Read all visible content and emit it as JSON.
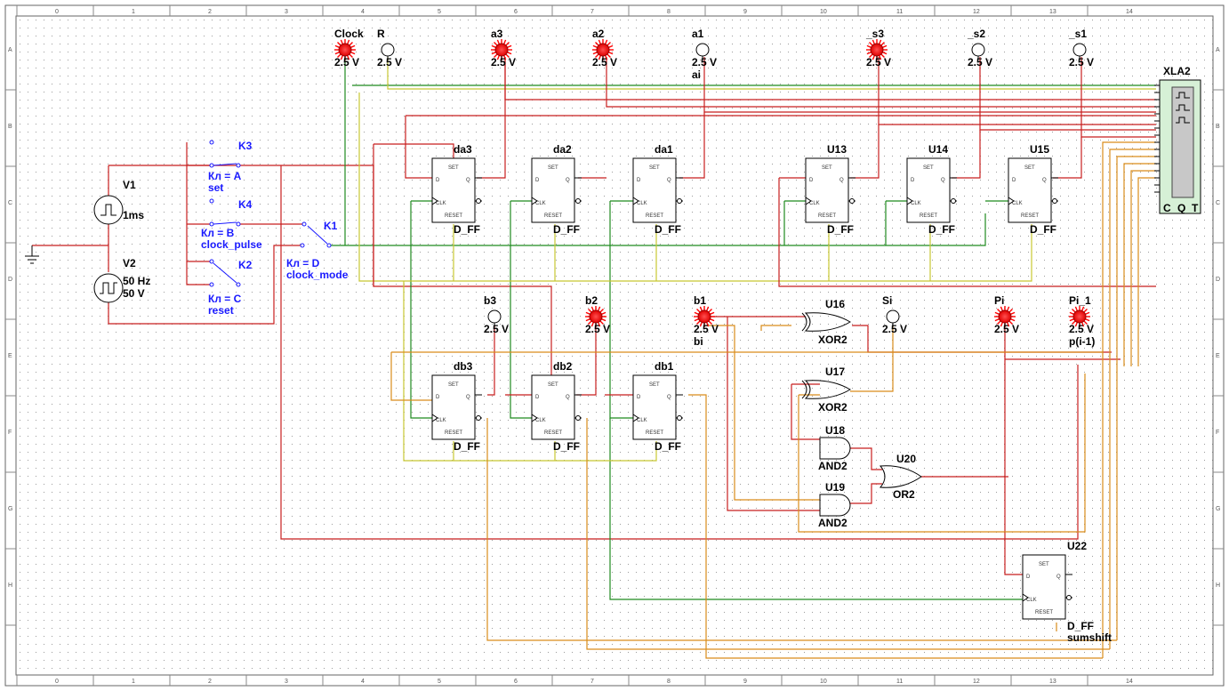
{
  "ruler": {
    "columns": [
      "0",
      "1",
      "2",
      "3",
      "4",
      "5",
      "6",
      "7",
      "8",
      "9",
      "10",
      "11",
      "12",
      "13",
      "14"
    ],
    "rows": [
      "A",
      "B",
      "C",
      "D",
      "E",
      "F",
      "G",
      "H"
    ]
  },
  "colors": {
    "wire_red": "#c81e1e",
    "wire_green": "#1f8a1f",
    "wire_yellow": "#c8c832",
    "wire_orange": "#d98c1a",
    "probe_on": "#ff0000",
    "label_blue": "#1a1aff"
  },
  "probes_top": [
    {
      "name": "Clock",
      "value": "2.5 V",
      "lit": true
    },
    {
      "name": "R",
      "value": "2.5 V",
      "lit": false
    },
    {
      "name": "a3",
      "value": "2.5 V",
      "lit": true
    },
    {
      "name": "a2",
      "value": "2.5 V",
      "lit": true
    },
    {
      "name": "a1",
      "value": "2.5 V",
      "lit": false,
      "extra": "ai"
    },
    {
      "name": "_s3",
      "value": "2.5 V",
      "lit": true
    },
    {
      "name": "_s2",
      "value": "2.5 V",
      "lit": false
    },
    {
      "name": "_s1",
      "value": "2.5 V",
      "lit": false
    }
  ],
  "probes_mid": [
    {
      "name": "b3",
      "value": "2.5 V",
      "lit": false
    },
    {
      "name": "b2",
      "value": "2.5 V",
      "lit": true
    },
    {
      "name": "b1",
      "value": "2.5 V",
      "lit": true,
      "extra": "bi"
    },
    {
      "name": "Si",
      "value": "2.5 V",
      "lit": false
    },
    {
      "name": "Pi",
      "value": "2.5 V",
      "lit": true
    },
    {
      "name": "Pi_1",
      "value": "2.5 V",
      "lit": true,
      "extra": "p(i-1)"
    }
  ],
  "flipflops_top": [
    {
      "name": "da3",
      "type": "D_FF"
    },
    {
      "name": "da2",
      "type": "D_FF"
    },
    {
      "name": "da1",
      "type": "D_FF"
    },
    {
      "name": "U13",
      "type": "D_FF"
    },
    {
      "name": "U14",
      "type": "D_FF"
    },
    {
      "name": "U15",
      "type": "D_FF"
    }
  ],
  "flipflops_mid": [
    {
      "name": "db3",
      "type": "D_FF"
    },
    {
      "name": "db2",
      "type": "D_FF"
    },
    {
      "name": "db1",
      "type": "D_FF"
    }
  ],
  "ff_pins": {
    "set": "SET",
    "reset": "RESET",
    "d": "D",
    "q": "Q",
    "clk": "CLK"
  },
  "gates": [
    {
      "name": "U16",
      "type": "XOR2"
    },
    {
      "name": "U17",
      "type": "XOR2"
    },
    {
      "name": "U18",
      "type": "AND2"
    },
    {
      "name": "U19",
      "type": "AND2"
    },
    {
      "name": "U20",
      "type": "OR2"
    }
  ],
  "ff_shift": {
    "name": "U22",
    "type": "D_FF",
    "label2": "sumshift"
  },
  "sources": {
    "v1": {
      "name": "V1",
      "value": "1ms"
    },
    "v2": {
      "name": "V2",
      "freq": "50 Hz",
      "volt": "50 V"
    }
  },
  "switches": [
    {
      "name": "K3",
      "key": "Кл = A",
      "label": "set"
    },
    {
      "name": "K4",
      "key": "Кл = B",
      "label": "clock_pulse"
    },
    {
      "name": "K2",
      "key": "Кл = C",
      "label": "reset"
    },
    {
      "name": "K1",
      "key": "Кл = D",
      "label": "clock_mode"
    }
  ],
  "analyzer": {
    "name": "XLA2",
    "pins": [
      "C",
      "Q",
      "T"
    ]
  }
}
